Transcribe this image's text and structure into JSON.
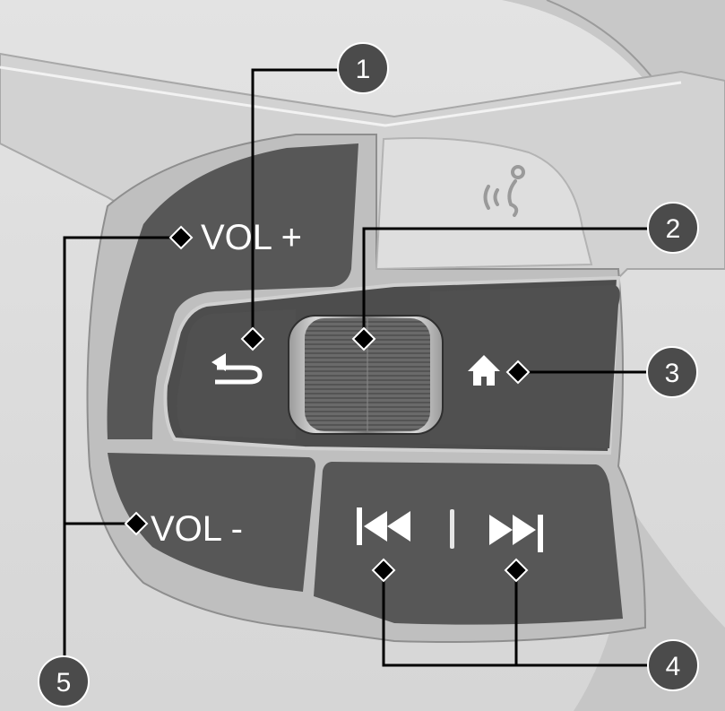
{
  "labels": {
    "vol_plus": "VOL +",
    "vol_minus": "VOL -"
  },
  "callouts": [
    "1",
    "2",
    "3",
    "4",
    "5"
  ],
  "icons": {
    "back": "back-arrow-icon",
    "home": "home-icon",
    "voice": "voice-command-icon",
    "prev": "skip-back-icon",
    "next": "skip-forward-icon",
    "selector": "selector-wheel"
  },
  "colors": {
    "button": "#585858",
    "button_dark": "#4a4a4a",
    "bezel": "#cfcfcf",
    "bezel_dark": "#bdbdbd",
    "wheel_rim": "#b8b8b8",
    "callout": "#4b4b4b",
    "leader": "#000000"
  }
}
